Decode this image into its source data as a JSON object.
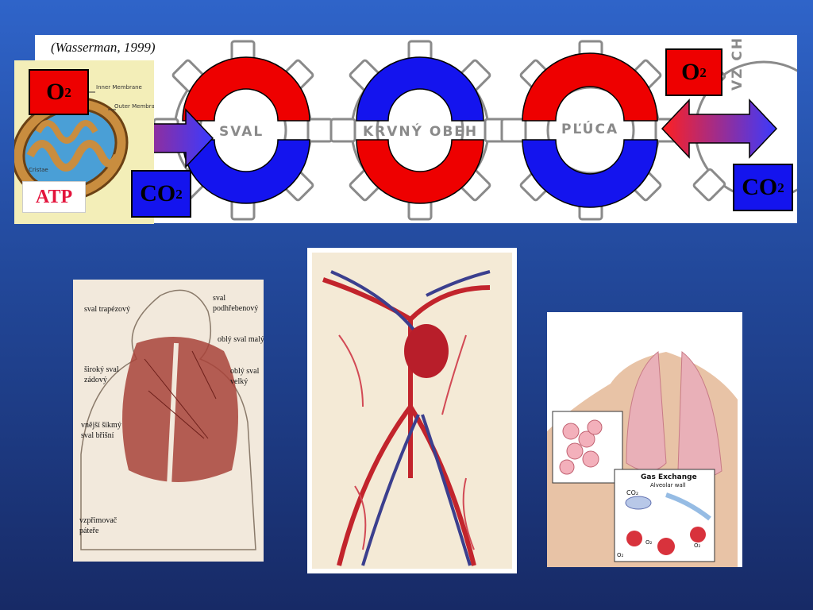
{
  "banner": {
    "citation": "(Wasserman, 1999)",
    "gear_labels": {
      "muscle": "SVAL",
      "blood": "KRVNÝ OBEH",
      "lungs": "PĽÚCA",
      "side": "VZ CH"
    },
    "mito_labels": {
      "inner": "Inner Membrane",
      "outer": "Outer Membrane",
      "cristae": "Cristae"
    },
    "atp": "ATP",
    "boxes": {
      "o2_left": {
        "base": "O",
        "sub": "2"
      },
      "co2_left": {
        "base": "CO",
        "sub": "2"
      },
      "o2_right": {
        "base": "O",
        "sub": "2"
      },
      "co2_right": {
        "base": "CO",
        "sub": "2"
      }
    },
    "colors": {
      "red": "#ee0000",
      "blue": "#1414ee",
      "arrow_red": "#ff2020",
      "arrow_blue": "#3a3aff"
    }
  },
  "muscle_photo": {
    "labels": {
      "trapezius": "sval trapézový",
      "supraspinatus_a": "sval",
      "supraspinatus_b": "podhřebenový",
      "teres_minor": "oblý sval malý",
      "teres_major_a": "oblý sval",
      "teres_major_b": "velký",
      "latissimus_a": "široký sval",
      "latissimus_b": "zádový",
      "oblique_a": "vnější šikmý",
      "oblique_b": "sval břišní",
      "erector_a": "vzpřimovač",
      "erector_b": "páteře"
    }
  },
  "lungs_photo": {
    "title": "Gas Exchange",
    "subtitle": "Alveolar wall",
    "co2": "CO₂",
    "o2_a": "O₂",
    "o2_b": "O₂",
    "o2_c": "O₂"
  }
}
